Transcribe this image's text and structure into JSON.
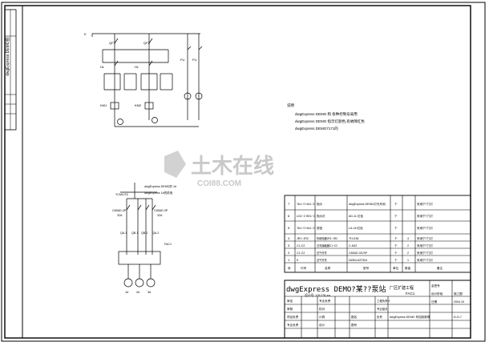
{
  "side_strip": {
    "label": "dwgExpress DEMO图"
  },
  "notes": {
    "header": "说明",
    "line1": "dwgExpress DEMO 和 各种控制号采用",
    "line2": "dwgExpress DEMO 指示灯颜色,有故障红色",
    "line3": "dwgExpress DEMO7171的"
  },
  "upper_circuit": {
    "labels": [
      "K",
      "HL",
      "HL",
      "KM1",
      "KM2",
      "FU",
      "FU",
      "QF1",
      "QF2"
    ]
  },
  "lower_circuit": {
    "labels": [
      "YCM4-S3",
      "C65AD-3P",
      "C65AD-3P",
      "32A",
      "32A",
      "QA-1",
      "QB-1",
      "QB-2",
      "QA-2",
      "FAC1"
    ],
    "note1": "dwgExpress DEMO的 1#",
    "note2": "dwgExpress 1#的机电",
    "bottom_labels": [
      "1#",
      "2#",
      "3#"
    ]
  },
  "parts_table": {
    "rows": [
      {
        "no": "7",
        "code": "TA1~2\nHA1~2",
        "name": "指示",
        "model": "dwgExpress DEMO灯光专用",
        "unit": "个",
        "qty": "",
        "note": "采用宁7门灯"
      },
      {
        "no": "6",
        "code": "LD1~2\nHD1~2",
        "name": "指示灯",
        "model": "AD-11  红色",
        "unit": "个",
        "qty": "",
        "note": "采用宁7门灯"
      },
      {
        "no": "5",
        "code": "TA1~2\nHA1~2",
        "name": "按钮",
        "model": "LA-18  红色",
        "unit": "个",
        "qty": "",
        "note": "采用宁7门灯"
      },
      {
        "no": "4",
        "code": "JR1~JR2",
        "name": "热继电器JR1~JR2",
        "model": "TH-K36",
        "unit": "个",
        "qty": "4",
        "note": "采用宁7门灯"
      },
      {
        "no": "3",
        "code": "C1-C2",
        "name": "交流接触器C1~C2",
        "model": "C-K62",
        "unit": "个",
        "qty": "2",
        "note": "采用宁7门灯"
      },
      {
        "no": "2",
        "code": "C1-C2",
        "name": "空气开关",
        "model": "C65AD-3G/3P",
        "unit": "个",
        "qty": "2",
        "note": "采用宁7门灯"
      },
      {
        "no": "1",
        "code": "K",
        "name": "空气开关",
        "model": "NZM4-63T304",
        "unit": "个",
        "qty": "1",
        "note": "采用宁7门灯"
      }
    ],
    "header": [
      "序",
      "代号",
      "名称",
      "型号",
      "单位",
      "数量",
      "备注"
    ]
  },
  "title_block": {
    "big_title": "dwgExpress DEMO?某??泵站",
    "subtitle_left": "设计号: 191278-zw",
    "big_title_right": "厂区扩建工程",
    "sub_right": "FAC1",
    "right_labels": [
      "会签号",
      "设计阶段",
      "日期"
    ],
    "right_values": [
      "",
      "施工图",
      "2004.10"
    ],
    "left_labels": [
      "审定",
      "审核",
      "项目负责",
      "专业负责"
    ],
    "mid_labels": [
      "专业负责",
      "校对",
      "计算",
      "设计"
    ],
    "col3_labels": [
      "图名",
      "图号"
    ],
    "col4_labels": [
      "工程负责人",
      "专业组长",
      "负责"
    ],
    "drawing_name": "dwgExpress DEMO 号控制原理",
    "drawing_no": "D-5-7"
  },
  "watermark": {
    "cn": "土木在线",
    "en": "COI88.COM"
  }
}
